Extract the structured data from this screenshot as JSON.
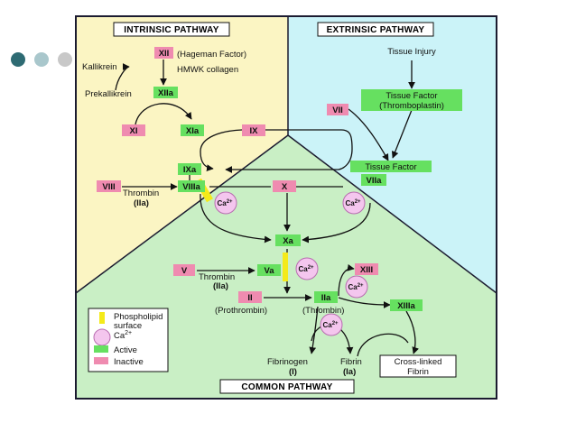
{
  "slide": {
    "bullet_dot_colors": [
      "#2e6b73",
      "#a9c7cc",
      "#c8c8c8"
    ]
  },
  "diagram": {
    "colors": {
      "intrinsic_bg": "#fbf5c3",
      "extrinsic_bg": "#cbf3f8",
      "common_bg": "#c9efc5",
      "active": "#66e060",
      "inactive": "#ef8bb0",
      "calcium": "#f4c6ee",
      "phospholipid": "#f4ea1a",
      "border": "#1b1b30"
    },
    "sections": {
      "intrinsic": "INTRINSIC PATHWAY",
      "extrinsic": "EXTRINSIC PATHWAY",
      "common": "COMMON PATHWAY"
    },
    "factors": {
      "xii": "XII",
      "xiia": "XIIa",
      "xi": "XI",
      "xia": "XIa",
      "ix": "IX",
      "ixa": "IXa",
      "viii": "VIII",
      "viiia": "VIIIa",
      "x": "X",
      "xa": "Xa",
      "v": "V",
      "va": "Va",
      "ii": "II",
      "iia": "IIa",
      "vii": "VII",
      "viia": "VIIa",
      "xiii": "XIII",
      "xiiia": "XIIIa",
      "tissue_factor_box_line1": "Tissue Factor",
      "tissue_factor_box_line2": "(Thromboplastin)",
      "tissue_factor_active": "Tissue Factor"
    },
    "labels": {
      "hageman": "(Hageman Factor)",
      "hmwk": "HMWK collagen",
      "kallikrein": "Kallikrein",
      "prekallikrein": "Prekallikrein",
      "tissue_injury": "Tissue Injury",
      "thrombin_1": "Thrombin",
      "iia_1": "(IIa)",
      "thrombin_2": "Thrombin",
      "iia_2": "(IIa)",
      "prothrombin": "(Prothrombin)",
      "thrombin_3": "(Thrombin)",
      "fibrinogen": "Fibrinogen",
      "fibrinogen_sub": "(I)",
      "fibrin": "Fibrin",
      "fibrin_sub": "(Ia)",
      "cross_linked_1": "Cross-linked",
      "cross_linked_2": "Fibrin"
    },
    "calcium": {
      "ca_text": "Ca",
      "ca_sup": "2+"
    },
    "legend": {
      "phospholipid_1": "Phospholipid",
      "phospholipid_2": "surface",
      "calcium": "Ca",
      "calcium_sup": "2+",
      "active": "Active",
      "inactive": "Inactive"
    }
  }
}
